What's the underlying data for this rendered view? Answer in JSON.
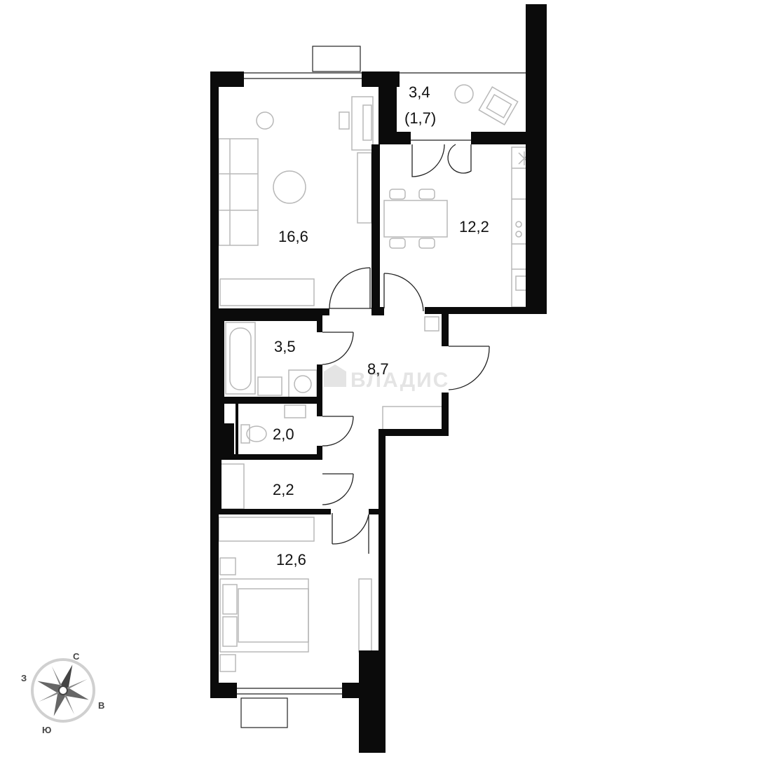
{
  "rooms": {
    "living": "16,6",
    "loggia_area": "3,4",
    "loggia_reduced": "(1,7)",
    "kitchen": "12,2",
    "bathroom": "3,5",
    "hall": "8,7",
    "toilet": "2,0",
    "storage": "2,2",
    "bedroom": "12,6"
  },
  "watermark": "ВЛАДИС",
  "compass": {
    "north": "С",
    "east": "В",
    "south": "Ю",
    "west": "З"
  }
}
